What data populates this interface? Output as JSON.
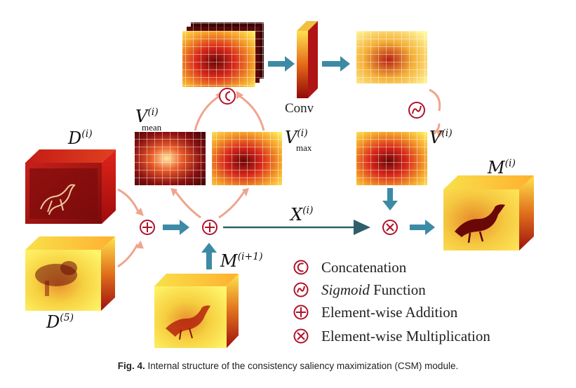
{
  "labels": {
    "d_i_base": "D",
    "d_i_sup": "(i)",
    "d_5_base": "D",
    "d_5_sup": "(5)",
    "v_mean_base": "V",
    "v_mean_sup": "(i)",
    "v_mean_sub": "mean",
    "v_max_base": "V",
    "v_max_sup": "(i)",
    "v_max_sub": "max",
    "v_base": "V",
    "v_sup": "(i)",
    "m_i_base": "M",
    "m_i_sup": "(i)",
    "m_next_base": "M",
    "m_next_sup": "(i+1)",
    "x_base": "X",
    "x_sup": "(i)",
    "conv": "Conv"
  },
  "legend": [
    {
      "symbol": "concat",
      "text": "Concatenation",
      "italic_prefix": ""
    },
    {
      "symbol": "sigmoid",
      "text": " Function",
      "italic_prefix": "Sigmoid"
    },
    {
      "symbol": "add",
      "text": "Element-wise Addition",
      "italic_prefix": ""
    },
    {
      "symbol": "mult",
      "text": "Element-wise Multiplication",
      "italic_prefix": ""
    }
  ],
  "caption": {
    "label": "Fig. 4.",
    "text": " Internal structure of the consistency saliency maximization (CSM) module."
  },
  "colors": {
    "operator": "#b0122a",
    "arrow_teal": "#3d8aa6",
    "arrow_salmon": "#f0a48e",
    "main_line": "#2e5f6b"
  }
}
